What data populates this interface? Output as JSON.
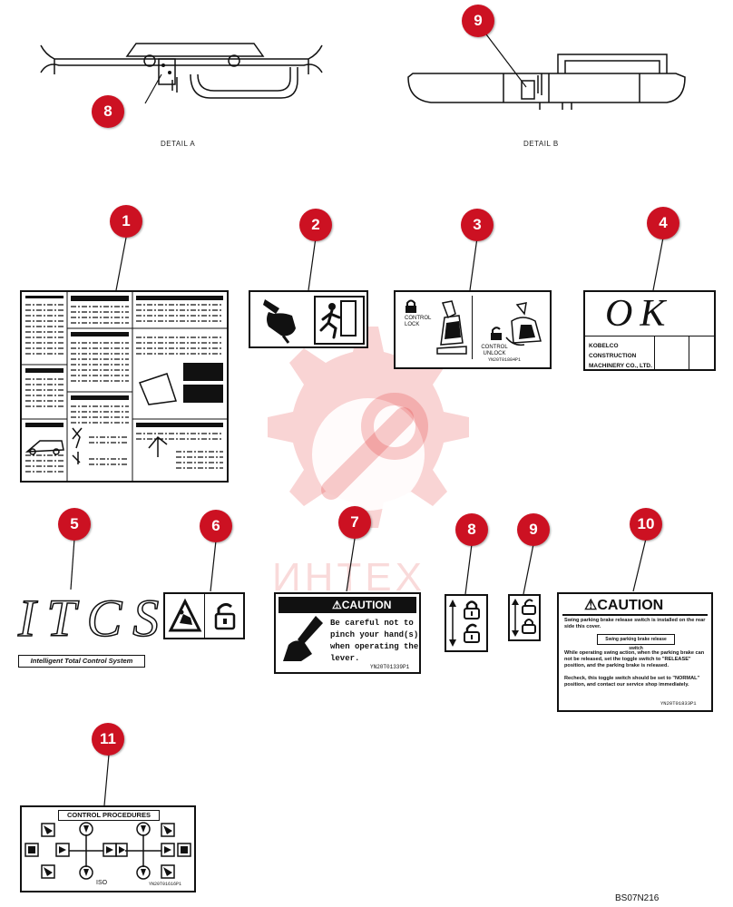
{
  "watermark": {
    "text": "ИНТЕХ",
    "color": "#e23a3a"
  },
  "details": [
    {
      "label": "DETAIL A",
      "callout": "8"
    },
    {
      "label": "DETAIL B",
      "callout": "9"
    }
  ],
  "callouts": [
    "1",
    "2",
    "3",
    "4",
    "5",
    "6",
    "7",
    "8",
    "9",
    "10",
    "11"
  ],
  "labels": {
    "l3": {
      "control_lock": "CONTROL LOCK",
      "control_unlock": "CONTROL UNLOCK",
      "part": "YN20T01884P1"
    },
    "l4": {
      "logo": "OK",
      "company": "KOBELCO CONSTRUCTION MACHINERY CO., LTD."
    },
    "l5": {
      "logo": "ITCS",
      "tagline": "Intelligent Total Control System"
    },
    "l7": {
      "heading": "CAUTION",
      "line1": "Be careful not to",
      "line2": "pinch your hand(s)",
      "line3": "when operating the",
      "line4": "lever.",
      "part": "YN20T01339P1"
    },
    "l10": {
      "heading": "CAUTION",
      "intro": "Swing parking brake release switch is installed on the rear side this cover.",
      "inner": "Swing parking brake release switch",
      "body1": "While operating swing action, when the parking brake can not be released, set the toggle switch to \"RELEASE\" position, and the parking brake is released.",
      "body2": "Recheck, this toggle switch should be set to \"NORMAL\" position, and contact our service shop immediately.",
      "part": "YN20T01833P1"
    },
    "l11": {
      "heading": "CONTROL PROCEDURES",
      "code": "ISO",
      "part": "YN20T01616P1"
    }
  },
  "figure_id": "BS07N216",
  "colors": {
    "callout": "#cc1122"
  }
}
